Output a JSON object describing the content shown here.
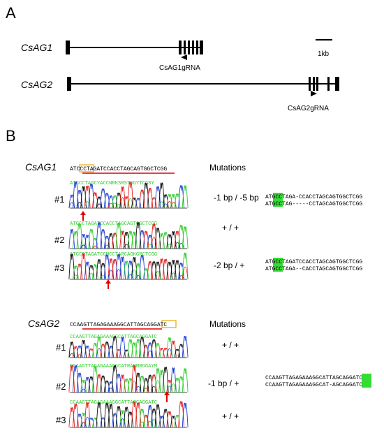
{
  "panels": {
    "a": "A",
    "b": "B"
  },
  "gene_structure": {
    "csag1": {
      "name": "CsAG1",
      "grna": "CsAG1gRNA"
    },
    "csag2": {
      "name": "CsAG2",
      "grna": "CsAG2gRNA"
    },
    "scale_bar": "1kb"
  },
  "mutations_header": "Mutations",
  "csag1": {
    "name": "CsAG1",
    "reference": {
      "pre": "ATC",
      "pam": "CCT",
      "rest": "AGATCCACCTAGCAGTGGCT",
      "end": "CGG"
    },
    "lines": [
      {
        "id": "#1",
        "trace_seq": "ATGCCTAGCYACCNRKSRSTSGYTCGSY",
        "result": "-1 bp / -5 bp",
        "alleles": [
          {
            "pre": "ATG",
            "hl": "CCT",
            "post": "AGA-CCACCTAGCAGTGGCTCGG"
          },
          {
            "pre": "ATG",
            "hl": "CCT",
            "post": "AG-----CCTAGCAGTGGCTCGG"
          }
        ]
      },
      {
        "id": "#2",
        "trace_seq": "ATGCCTAGATCCACCTAGCAGTGGCTCGG",
        "result": "+ / +",
        "alleles": []
      },
      {
        "id": "#3",
        "trace_seq": "ATGCCTAGATCCMCCTARCAGKGRCTCGG",
        "result": "-2 bp / +",
        "alleles": [
          {
            "pre": "ATG",
            "hl": "CCT",
            "post": "AGATCCACCTAGCAGTGGCTCGG"
          },
          {
            "pre": "ATG",
            "hl": "CCT",
            "post": "AGA--CACCTAGCAGTGGCTCGG"
          }
        ]
      }
    ]
  },
  "csag2": {
    "name": "CsAG2",
    "reference": {
      "pre": "CCAAGTTAGAGAAAGGCATTAG",
      "pam": "CAGG",
      "rest": "ATC"
    },
    "lines": [
      {
        "id": "#1",
        "trace_seq": "CCAAGTTAGAGAAAGGCATTAGCAGGATC",
        "result": "+ / +",
        "alleles": []
      },
      {
        "id": "#2",
        "trace_seq": "CCAAGTTAGAGAAAGGCATRASMRGGAYM",
        "result": "-1 bp /  +",
        "alleles": [
          {
            "pre": "CCAAGTTAGAGAAAGGCATTAGC",
            "hl": "AGG",
            "post": "ATC"
          },
          {
            "pre": "CCAAGTTAGAGAAAGGCAT-AGC",
            "hl": "AGG",
            "post": "ATC"
          }
        ]
      },
      {
        "id": "#3",
        "trace_seq": "CCAAGTTAGAGAAAGGCATTAGCAGGATC",
        "result": "+ / +",
        "alleles": []
      }
    ]
  },
  "colors": {
    "pam_box": "#f0a500",
    "grna_underline": "#e00000",
    "highlight": "#33dd33",
    "arrow": "#e00000",
    "trace_green": "#2ecc2e"
  }
}
